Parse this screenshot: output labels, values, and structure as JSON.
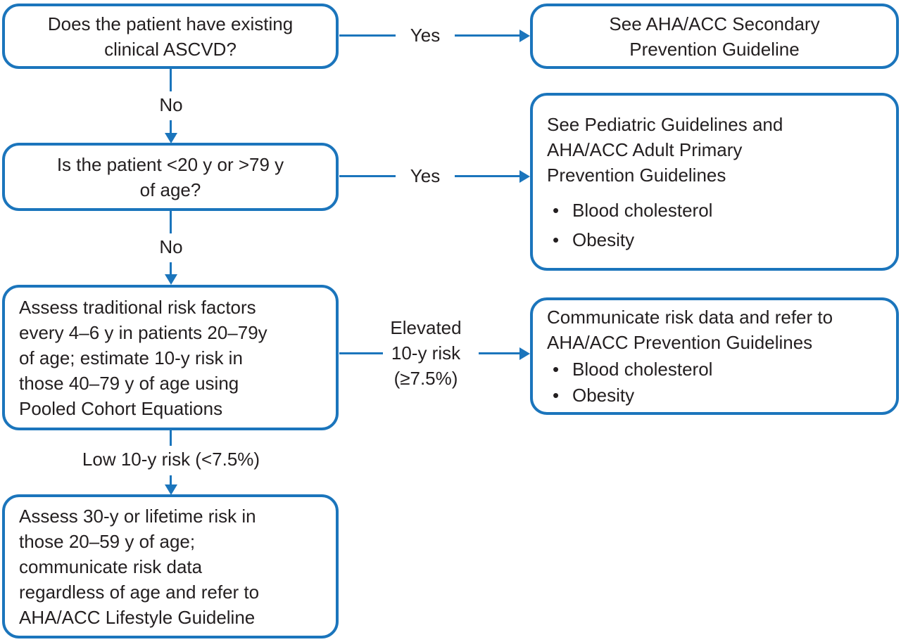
{
  "diagram": {
    "type": "flowchart",
    "topic": "ASCVD risk assessment and referral pathway",
    "colors": {
      "accent": "#1b75bc",
      "text": "#231f20",
      "background": "#ffffff"
    },
    "nodes": {
      "ascvd_question": {
        "text": "Does the patient have existing\nclinical ASCVD?"
      },
      "age_question": {
        "text": "Is the patient <20 y or >79 y\nof age?"
      },
      "assess_traditional": {
        "text": "Assess traditional risk factors\nevery 4–6 y in patients 20–79y\nof age; estimate 10-y risk in\nthose 40–79 y of age using\nPooled Cohort Equations"
      },
      "assess_lifetime": {
        "text": "Assess 30-y or lifetime risk in\nthose 20–59 y of age;\ncommunicate risk data\nregardless of age and refer to\nAHA/ACC Lifestyle Guideline"
      },
      "secondary_prevention": {
        "text": "See AHA/ACC Secondary\nPrevention Guideline"
      },
      "pediatric_primary": {
        "text": "See Pediatric Guidelines and\nAHA/ACC Adult Primary\nPrevention Guidelines",
        "bullets": [
          "Blood cholesterol",
          "Obesity"
        ]
      },
      "communicate_risk": {
        "text": "Communicate risk data and refer to\nAHA/ACC Prevention Guidelines",
        "bullets": [
          "Blood cholesterol",
          "Obesity"
        ]
      }
    },
    "edges": {
      "yes_1": "Yes",
      "no_1": "No",
      "yes_2": "Yes",
      "no_2": "No",
      "elevated_risk": "Elevated\n10-y risk\n(≥7.5%)",
      "low_risk": "Low 10-y risk (<7.5%)"
    }
  }
}
